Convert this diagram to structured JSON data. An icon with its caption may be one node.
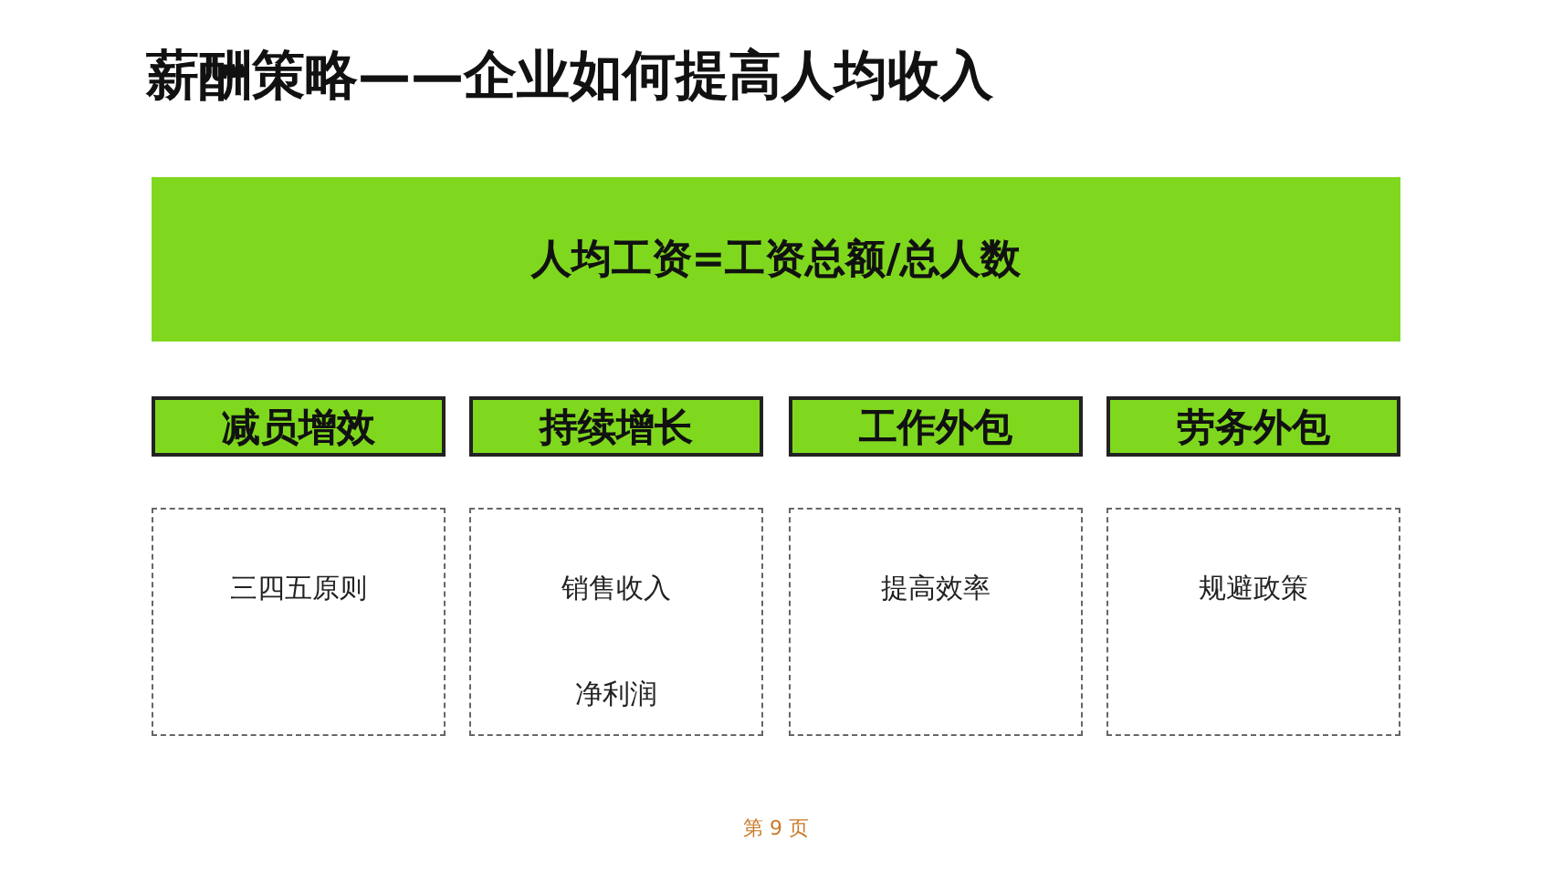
{
  "diagram": {
    "title": "薪酬策略——企业如何提高人均收入",
    "nodes": [
      {
        "text": [
          "人均工资=工资总额/总人数"
        ]
      },
      {
        "text": [
          "减员增效"
        ]
      },
      {
        "text": [
          "持续增长"
        ]
      },
      {
        "text": [
          "工作外包"
        ]
      },
      {
        "text": [
          "劳务外包"
        ]
      },
      {
        "text": [
          "三四五原则"
        ]
      },
      {
        "text": [
          "销售收入",
          "净利润"
        ]
      },
      {
        "text": [
          "提高效率"
        ]
      },
      {
        "text": [
          "规避政策"
        ]
      }
    ],
    "labels": [
      "第 9 页"
    ]
  }
}
